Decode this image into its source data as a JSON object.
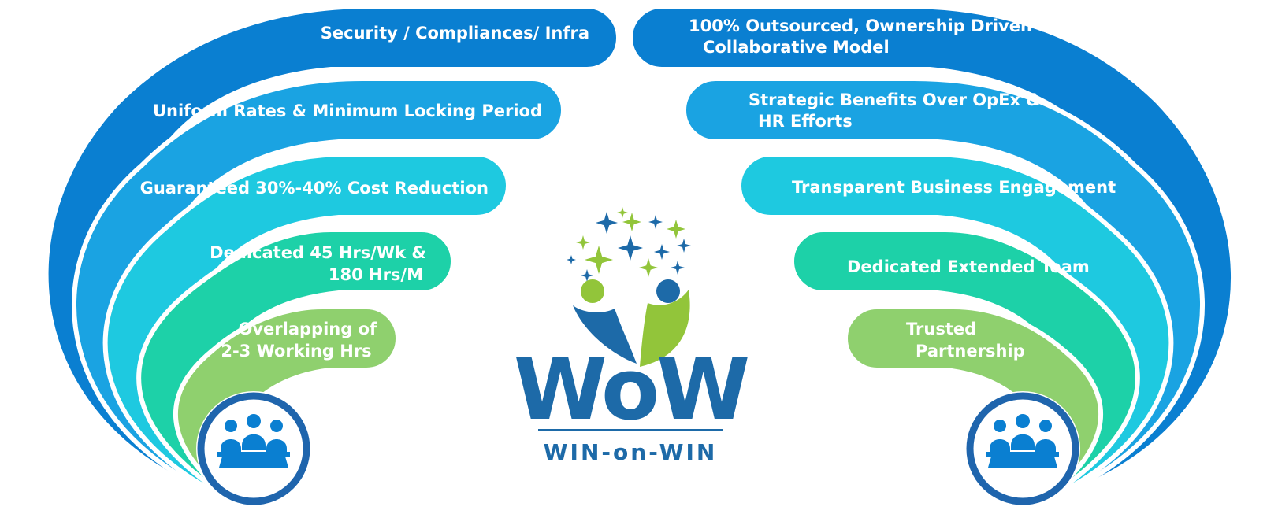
{
  "colors": {
    "band1": "#0a7fd1",
    "band2": "#1aa3e2",
    "band3": "#1ec9e0",
    "band4": "#1dd1a8",
    "band5": "#8fd06e",
    "circle": "#1f65ad",
    "logo_blue": "#1d6aa8",
    "logo_green": "#92c53a",
    "white": "#ffffff"
  },
  "left_items": [
    {
      "lines": [
        "Security / Compliances/ Infra"
      ]
    },
    {
      "lines": [
        "Uniform Rates & Minimum Locking Period"
      ]
    },
    {
      "lines": [
        "Guaranteed 30%-40% Cost Reduction"
      ]
    },
    {
      "lines": [
        "Dedicated 45 Hrs/Wk &",
        "180 Hrs/M"
      ]
    },
    {
      "lines": [
        "Overlapping of",
        "2-3 Working Hrs"
      ]
    }
  ],
  "right_items": [
    {
      "lines": [
        "100% Outsourced, Ownership Driven &",
        "Collaborative Model"
      ]
    },
    {
      "lines": [
        "Strategic Benefits Over OpEx &",
        "HR Efforts"
      ]
    },
    {
      "lines": [
        "Transparent Business Engagement"
      ]
    },
    {
      "lines": [
        "Dedicated Extended Team"
      ]
    },
    {
      "lines": [
        "Trusted",
        "Partnership"
      ]
    }
  ],
  "logo": {
    "wordmark": "WoW",
    "tagline": "WIN-on-WIN"
  },
  "icons": {
    "left": "team-meeting-icon",
    "right": "team-meeting-icon"
  }
}
